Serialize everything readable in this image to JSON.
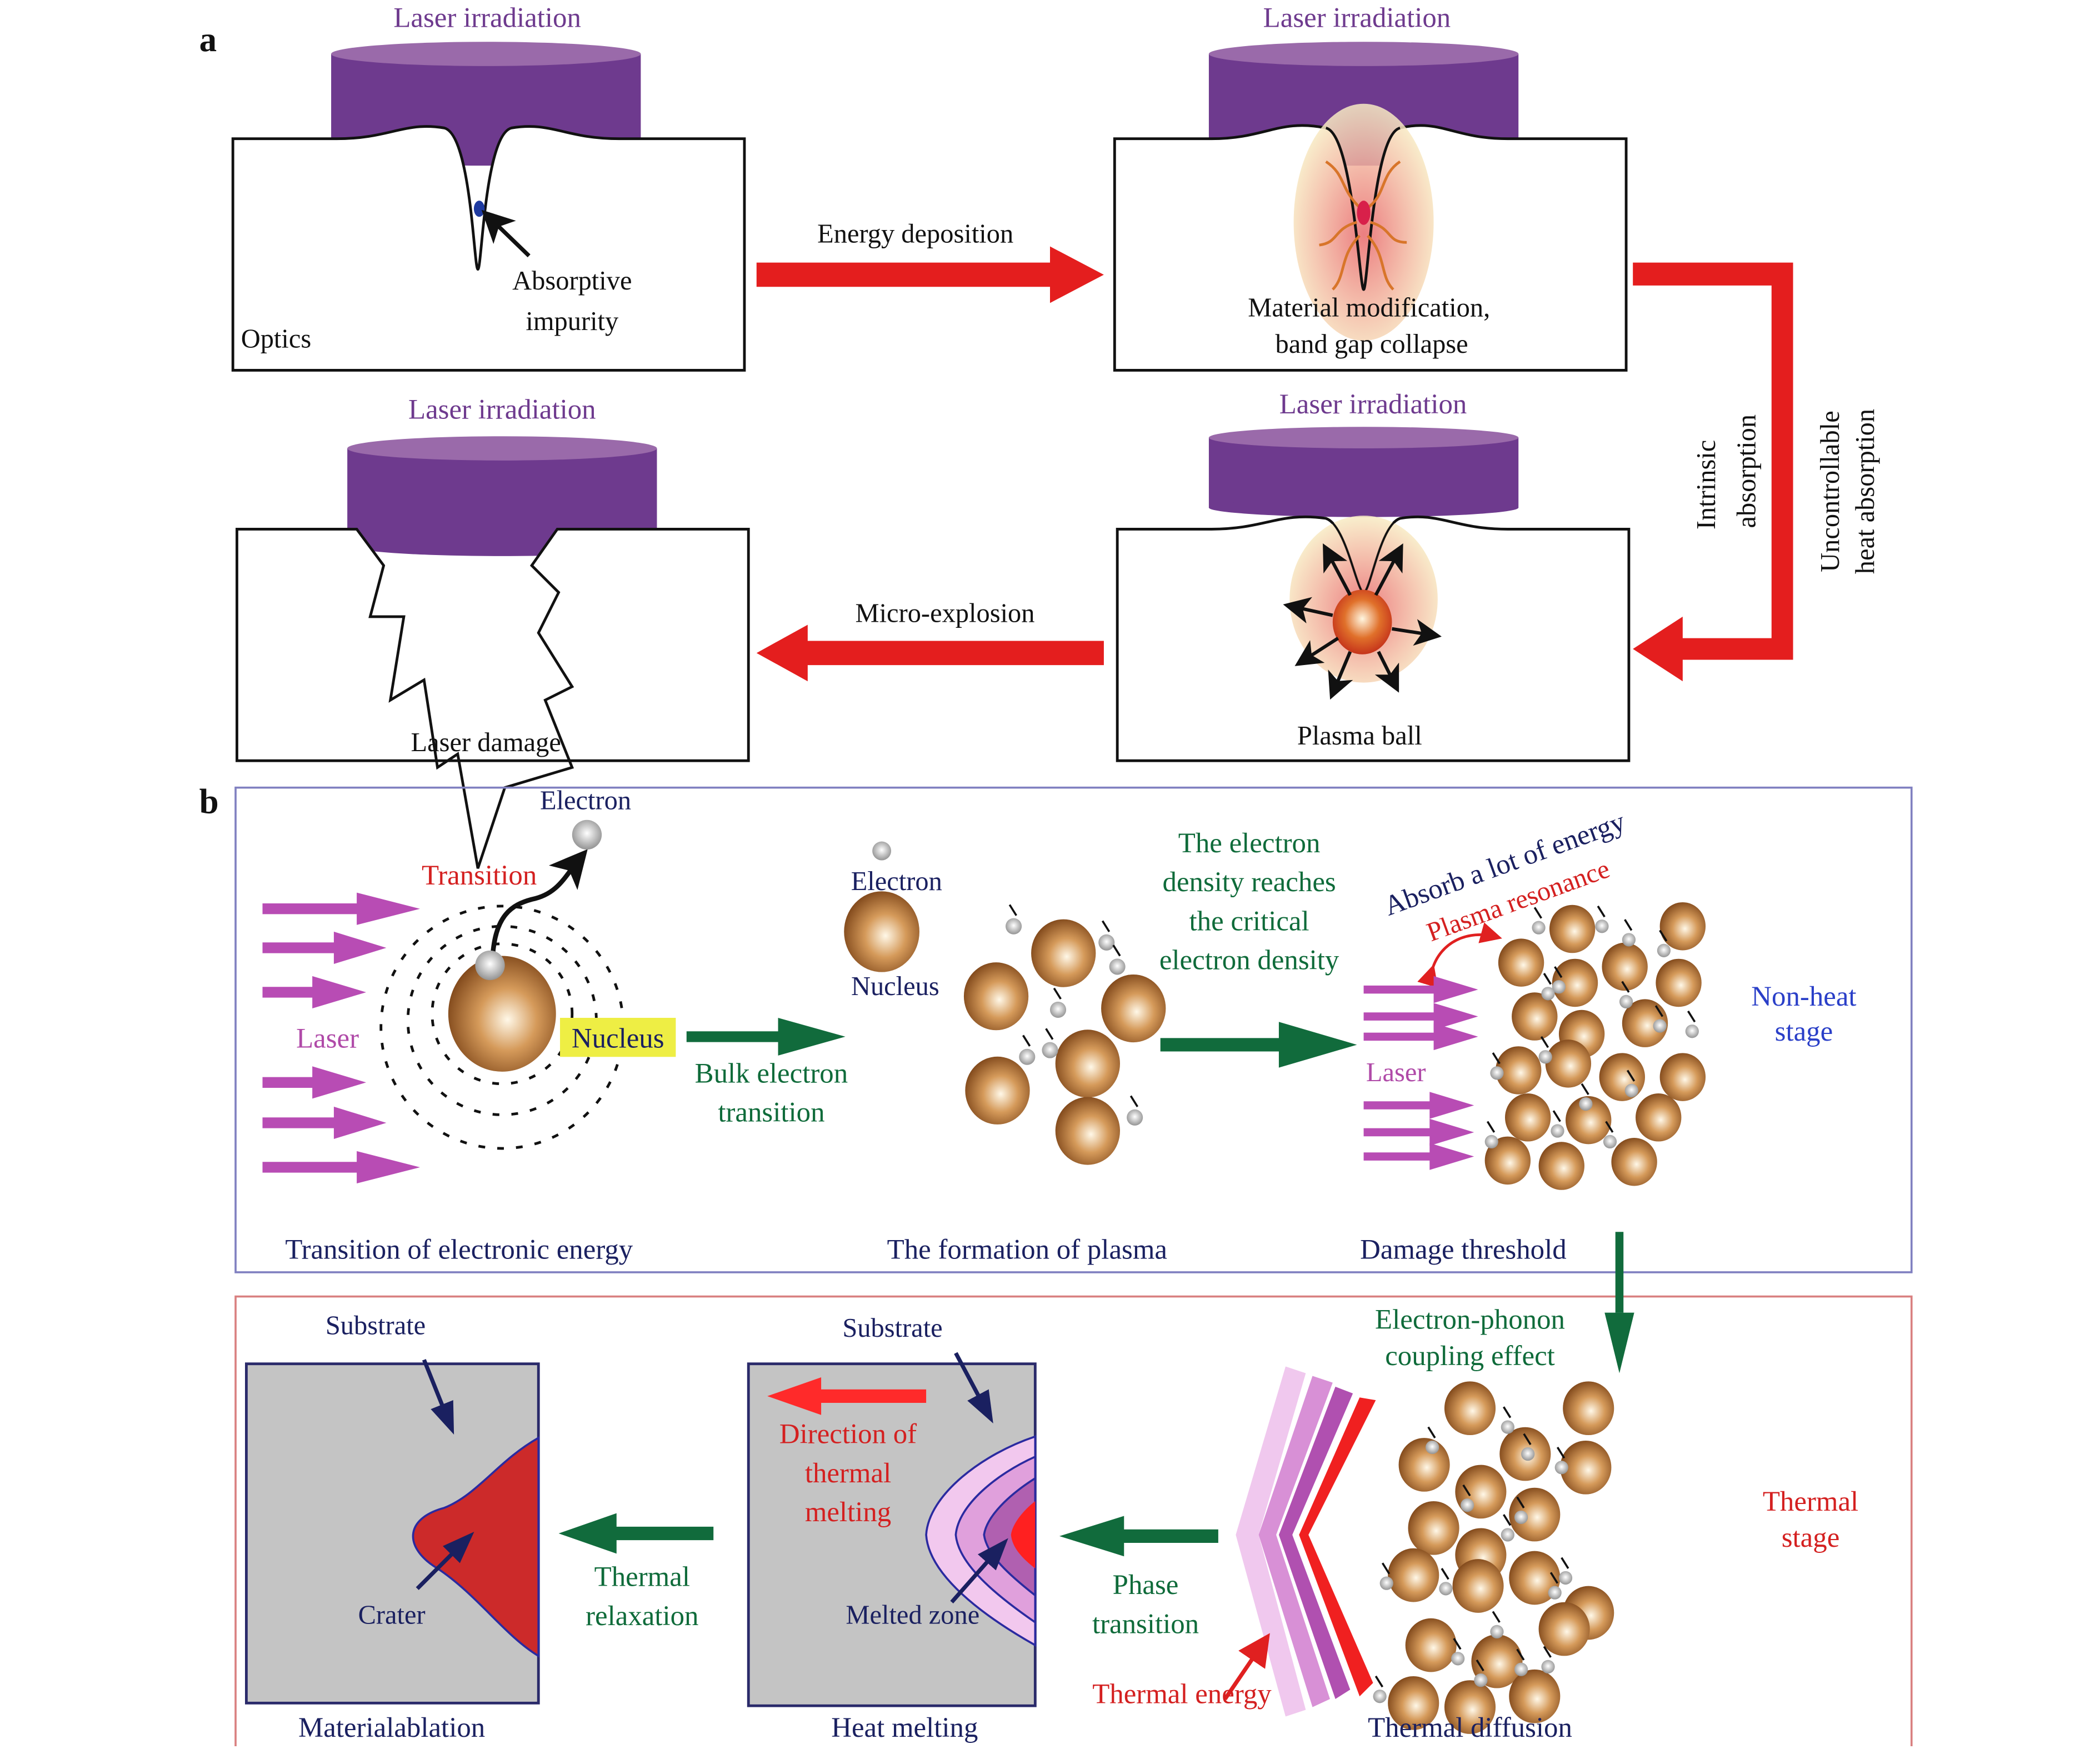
{
  "panel_labels": {
    "a": "a",
    "b": "b"
  },
  "colors": {
    "laser_purple": "#6e3a8e",
    "laser_top": "#9a6aaa",
    "arrow_red": "#e41e1e",
    "arrow_green": "#116b3c",
    "laser_arrow_magenta": "#b84cb4",
    "nucleus_brown": "#a0622a",
    "substrate_gray": "#c4c4c4",
    "nonheat_box": "#8080c0",
    "thermal_box": "#d98080"
  },
  "panel_a": {
    "stages": [
      {
        "id": "optics",
        "laser_label": "Laser irradiation",
        "caption": "Optics",
        "annotation": [
          "Absorptive",
          "impurity"
        ]
      },
      {
        "id": "material-modification",
        "laser_label": "Laser irradiation",
        "caption": [
          "Material modification,",
          "band gap collapse"
        ]
      },
      {
        "id": "laser-damage",
        "laser_label": "Laser irradiation",
        "caption": "Laser damage"
      },
      {
        "id": "plasma-ball",
        "laser_label": "Laser irradiation",
        "caption": "Plasma ball"
      }
    ],
    "arrows": {
      "energy_deposition": "Energy deposition",
      "micro_explosion": "Micro-explosion",
      "intrinsic_absorption": [
        "Intrinsic",
        "absorption"
      ],
      "uncontrollable_heat_absorption": [
        "Uncontrollable",
        "heat absorption"
      ]
    }
  },
  "panel_b": {
    "non_heat": {
      "stage_label": [
        "Non-heat",
        "stage"
      ],
      "step1": {
        "caption": "Transition of electronic energy",
        "electron": "Electron",
        "transition": "Transition",
        "laser": "Laser",
        "nucleus": "Nucleus"
      },
      "arrow1": [
        "Bulk electron",
        "transition"
      ],
      "step2": {
        "caption": "The formation of plasma",
        "electron": "Electron",
        "nucleus": "Nucleus"
      },
      "arrow2": [
        "The electron",
        "density reaches",
        "the critical",
        "electron density"
      ],
      "step3": {
        "caption": "Damage threshold",
        "absorb": "Absorb a lot of energy",
        "resonance": "Plasma resonance",
        "laser": "Laser"
      }
    },
    "thermal": {
      "stage_label": [
        "Thermal",
        "stage"
      ],
      "coupling": [
        "Electron-phonon",
        "coupling effect"
      ],
      "step1": {
        "caption": "Thermal diffusion",
        "thermal_energy": "Thermal energy"
      },
      "arrow1": [
        "Phase",
        "transition"
      ],
      "step2": {
        "caption": "Heat melting",
        "substrate": "Substrate",
        "direction": [
          "Direction of",
          "thermal",
          "melting"
        ],
        "melted_zone": "Melted zone"
      },
      "arrow2": [
        "Thermal",
        "relaxation"
      ],
      "step3": {
        "caption": "Materialablation",
        "substrate": "Substrate",
        "crater": "Crater"
      }
    }
  }
}
